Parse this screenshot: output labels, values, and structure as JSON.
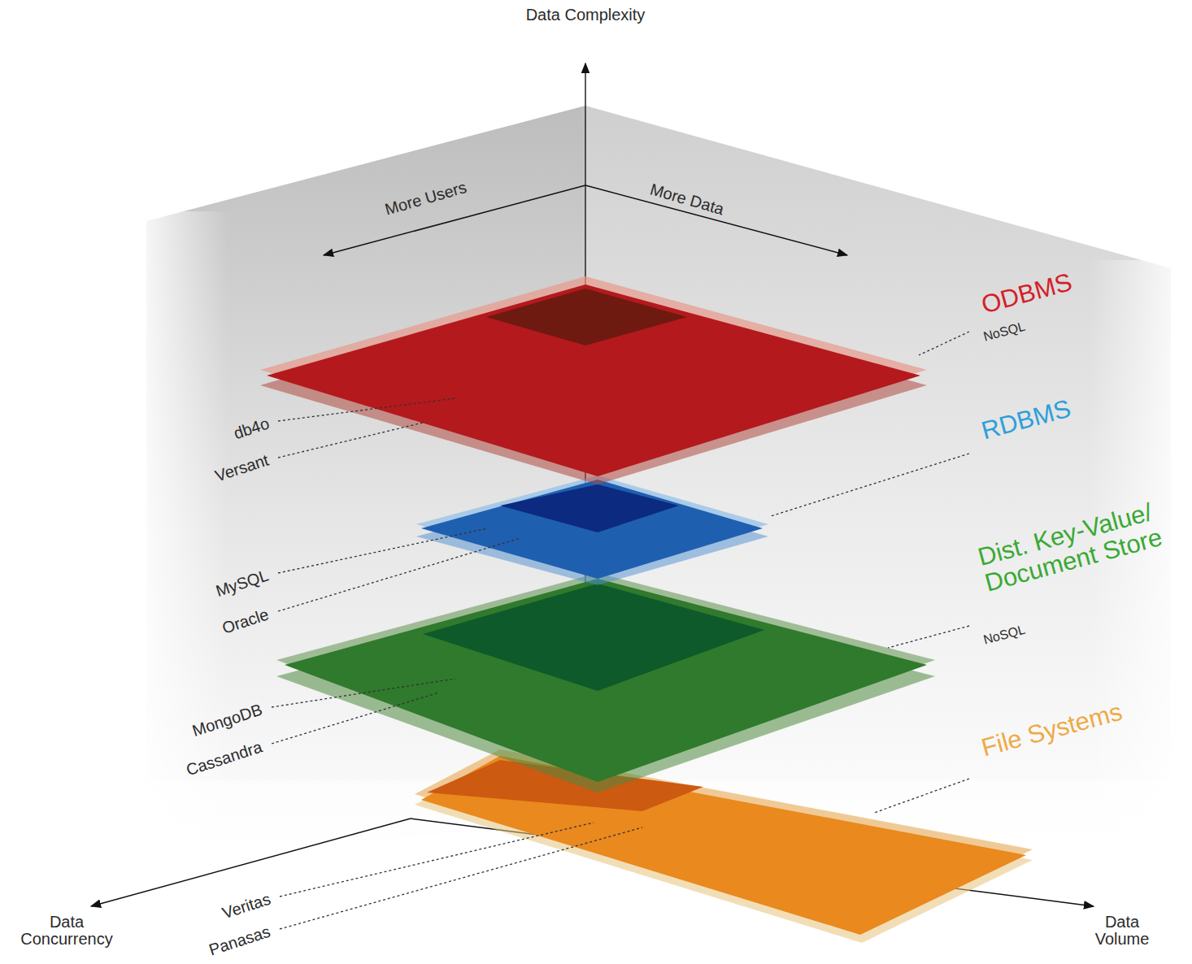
{
  "diagram": {
    "labels": [
      "Data Complexity",
      "More Users",
      "More Data",
      "ODBMS",
      "NoSQL",
      "RDBMS",
      "Dist. Key-Value/ Document Store",
      "NoSQL",
      "File Systems",
      "db4o",
      "Versant",
      "MySQL",
      "Oracle",
      "MongoDB",
      "Cassandra",
      "Veritas",
      "Panasas",
      "Data Concurrency",
      "Data Volume"
    ]
  }
}
